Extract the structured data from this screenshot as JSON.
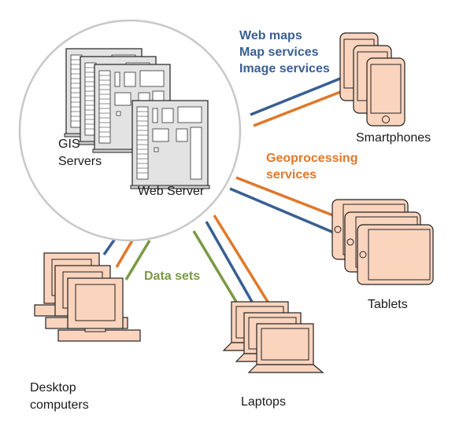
{
  "labels": {
    "gis_servers_line1": "GIS",
    "gis_servers_line2": "Servers",
    "web_server": "Web Server",
    "web_maps": "Web maps",
    "map_services": "Map services",
    "image_services": "Image services",
    "geoprocessing_line1": "Geoprocessing",
    "geoprocessing_line2": "services",
    "data_sets": "Data sets",
    "smartphones": "Smartphones",
    "tablets": "Tablets",
    "desktop_line1": "Desktop",
    "desktop_line2": "computers",
    "laptops": "Laptops"
  },
  "colors": {
    "blue": "#3a5f92",
    "orange": "#e0782a",
    "green": "#7a9a45",
    "device_fill": "#fad4bd",
    "server_fill": "#e3e3e3",
    "circle_stroke": "#c8c8c8",
    "text": "#1a1a1a"
  },
  "icons": [
    "server-icon",
    "smartphone-icon",
    "tablet-icon",
    "desktop-computer-icon",
    "laptop-icon"
  ]
}
